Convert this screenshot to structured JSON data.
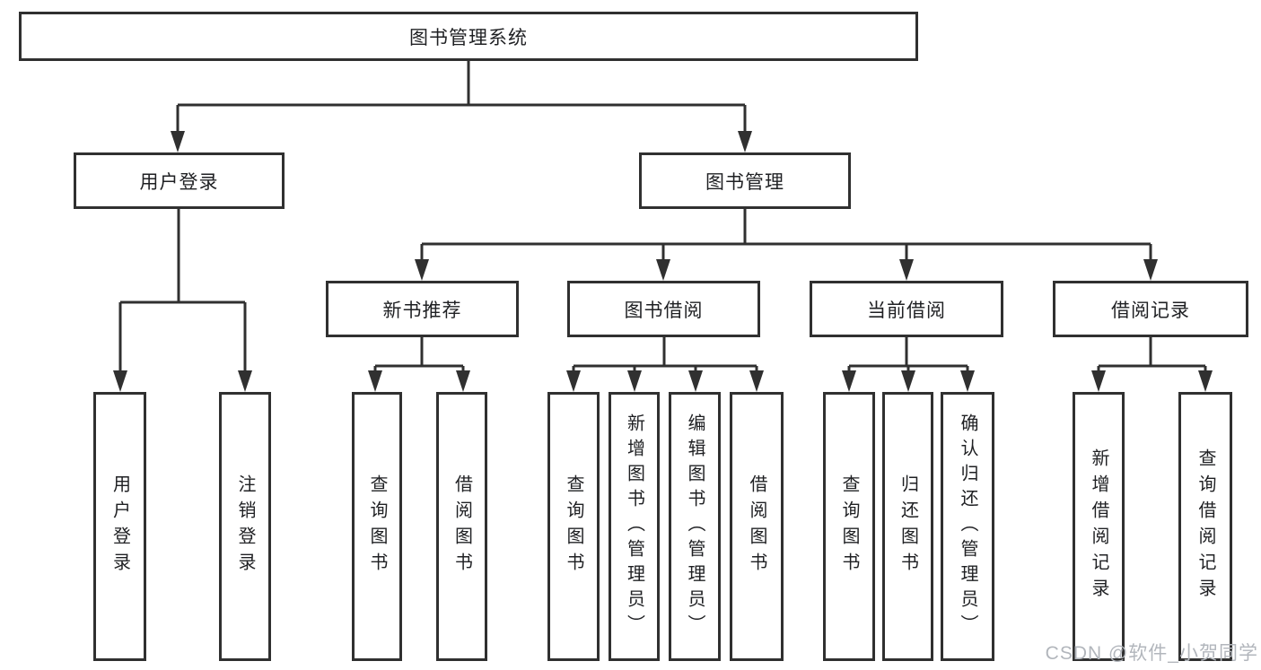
{
  "tree": {
    "label": "图书管理系统",
    "children": [
      {
        "label": "用户登录",
        "children": [
          {
            "label": "用户登录"
          },
          {
            "label": "注销登录"
          }
        ]
      },
      {
        "label": "图书管理",
        "children": [
          {
            "label": "新书推荐",
            "children": [
              {
                "label": "查询图书"
              },
              {
                "label": "借阅图书"
              }
            ]
          },
          {
            "label": "图书借阅",
            "children": [
              {
                "label": "查询图书"
              },
              {
                "label": "新增图书（管理员）"
              },
              {
                "label": "编辑图书（管理员）"
              },
              {
                "label": "借阅图书"
              }
            ]
          },
          {
            "label": "当前借阅",
            "children": [
              {
                "label": "查询图书"
              },
              {
                "label": "归还图书"
              },
              {
                "label": "确认归还（管理员）"
              }
            ]
          },
          {
            "label": "借阅记录",
            "children": [
              {
                "label": "新增借阅记录"
              },
              {
                "label": "查询借阅记录"
              }
            ]
          }
        ]
      }
    ]
  },
  "watermark": {
    "text": "CSDN @软件_小贺同学"
  },
  "colors": {
    "line": "#303030",
    "text": "#1f2023",
    "box-bg": "#ffffff",
    "watermark": "#b2b6bc",
    "background": "#ffffff"
  }
}
